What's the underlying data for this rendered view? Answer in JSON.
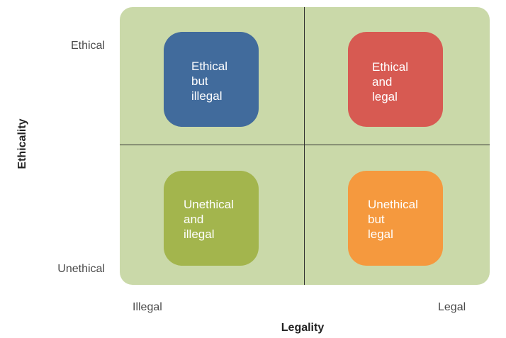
{
  "axes": {
    "y_title": "Ethicality",
    "y_top": "Ethical",
    "y_bottom": "Unethical",
    "x_title": "Legality",
    "x_left": "Illegal",
    "x_right": "Legal"
  },
  "quadrants": [
    {
      "lines": [
        "Ethical",
        "but",
        "illegal"
      ],
      "color": "#416b9c"
    },
    {
      "lines": [
        "Ethical",
        "and",
        "legal"
      ],
      "color": "#d75a52"
    },
    {
      "lines": [
        "Unethical",
        "and",
        "illegal"
      ],
      "color": "#a3b54d"
    },
    {
      "lines": [
        "Unethical",
        "but",
        "legal"
      ],
      "color": "#f5993e"
    }
  ],
  "colors": {
    "board": "#cad9a9",
    "divider": "#2f2f2f"
  }
}
